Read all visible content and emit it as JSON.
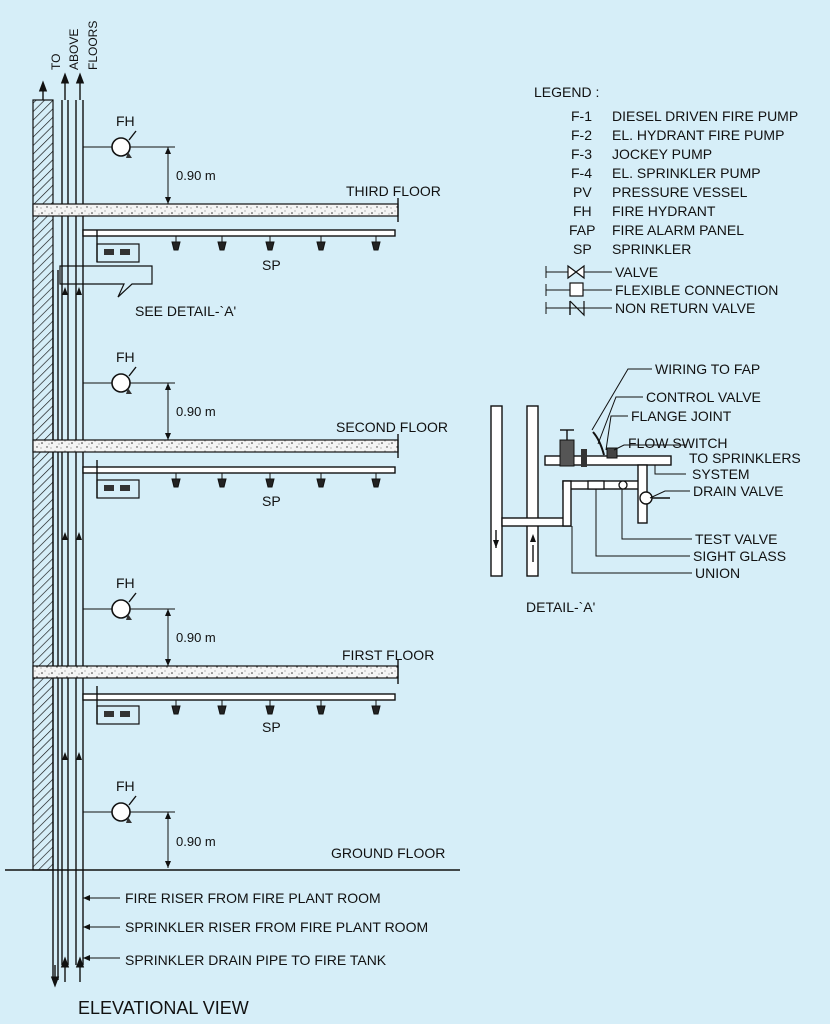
{
  "riser_top_label": [
    "TO",
    "ABOVE",
    "FLOORS"
  ],
  "legend": {
    "title": "LEGEND :",
    "items": [
      {
        "code": "F-1",
        "desc": "DIESEL DRIVEN FIRE PUMP"
      },
      {
        "code": "F-2",
        "desc": "EL. HYDRANT FIRE PUMP"
      },
      {
        "code": "F-3",
        "desc": "JOCKEY PUMP"
      },
      {
        "code": "F-4",
        "desc": "EL. SPRINKLER PUMP"
      },
      {
        "code": "PV",
        "desc": "PRESSURE VESSEL"
      },
      {
        "code": "FH",
        "desc": "FIRE HYDRANT"
      },
      {
        "code": "FAP",
        "desc": "FIRE ALARM PANEL"
      },
      {
        "code": "SP",
        "desc": "SPRINKLER"
      }
    ],
    "symbols": [
      {
        "name": "valve",
        "label": "VALVE"
      },
      {
        "name": "flexible-connection",
        "label": "FLEXIBLE CONNECTION"
      },
      {
        "name": "non-return-valve",
        "label": "NON RETURN VALVE"
      }
    ]
  },
  "floors": [
    {
      "name": "THIRD FLOOR",
      "hydrant": "FH",
      "height": "0.90 m",
      "sprinkler": "SP"
    },
    {
      "name": "SECOND FLOOR",
      "hydrant": "FH",
      "height": "0.90 m",
      "sprinkler": "SP"
    },
    {
      "name": "FIRST FLOOR",
      "hydrant": "FH",
      "height": "0.90 m",
      "sprinkler": "SP"
    },
    {
      "name": "GROUND FLOOR",
      "hydrant": "FH",
      "height": "0.90 m"
    }
  ],
  "see_detail": "SEE DETAIL-`A'",
  "detail": {
    "title": "DETAIL-`A'",
    "labels": {
      "wiring": "WIRING TO FAP",
      "control_valve": "CONTROL VALVE",
      "flange_joint": "FLANGE JOINT",
      "flow_switch": "FLOW SWITCH",
      "to_sprinklers_1": "TO SPRINKLERS",
      "to_sprinklers_2": "SYSTEM",
      "drain_valve": "DRAIN VALVE",
      "test_valve": "TEST VALVE",
      "sight_glass": "SIGHT GLASS",
      "union": "UNION"
    }
  },
  "risers": [
    "FIRE RISER FROM FIRE PLANT ROOM",
    "SPRINKLER RISER FROM FIRE PLANT ROOM",
    "SPRINKLER DRAIN PIPE TO FIRE TANK"
  ],
  "view_title": "ELEVATIONAL VIEW"
}
